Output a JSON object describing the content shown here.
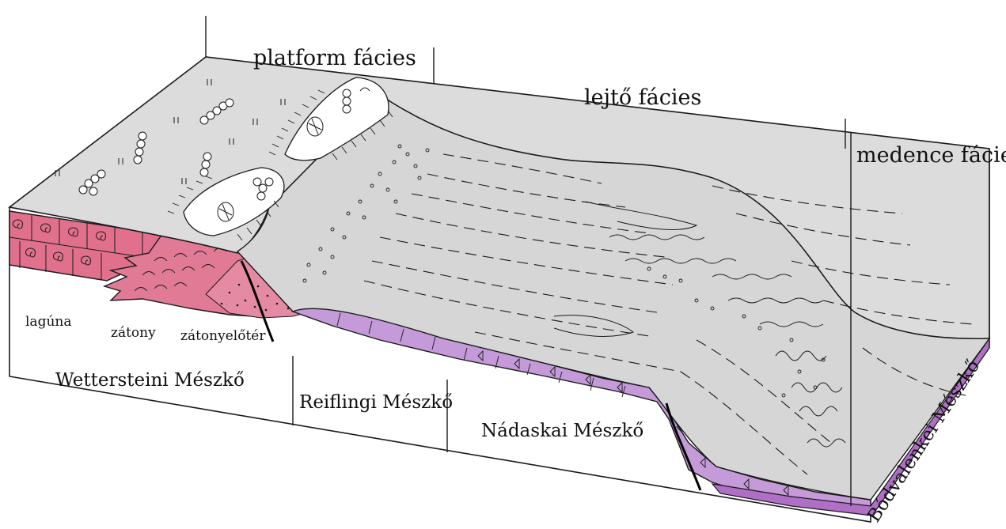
{
  "facies_labels": {
    "platform": "platform fácies",
    "slope": "lejtő fácies",
    "basin": "medence fácies"
  },
  "environment_labels": {
    "lagoon": "lagúna",
    "reef": "zátony",
    "forereef": "zátonyelőtér"
  },
  "formation_labels": {
    "wetterstein": "Wettersteini Mészkő",
    "reifling": "Reiflingi Mészkő",
    "nadaska": "Nádaskai Mészkő",
    "bodvalenke": "Bódvalenkei Mészkő"
  },
  "colors": {
    "surface": "#dcdcdc",
    "wetterstein": "#e0708c",
    "reef": "#e17a95",
    "reifling": "#c49ad8",
    "nadaska": "#b985d2",
    "bodvalenke": "#b06fc6",
    "outline": "#1a1a1a"
  }
}
